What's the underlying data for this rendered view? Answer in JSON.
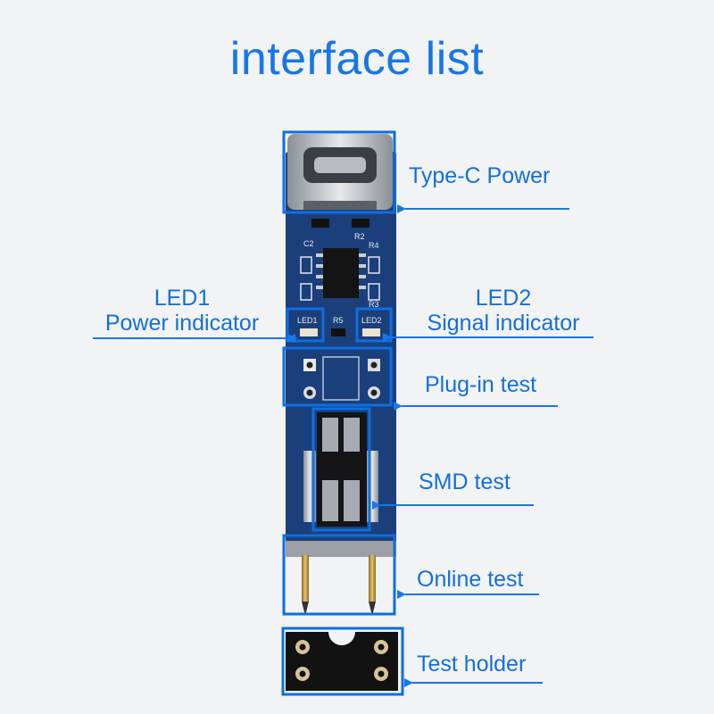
{
  "title": "interface list",
  "labels": {
    "type_c": "Type-C Power",
    "led1_name": "LED1",
    "led1_desc": "Power indicator",
    "led2_name": "LED2",
    "led2_desc": "Signal indicator",
    "plugin": "Plug-in test",
    "smd": "SMD test",
    "online": "Online test",
    "holder": "Test holder"
  },
  "silkscreen": {
    "c2": "C2",
    "r2": "R2",
    "r4": "R4",
    "r3": "R3",
    "led1": "LED1",
    "r5": "R5",
    "led2": "LED2"
  },
  "colors": {
    "accent": "#1877e6",
    "pcb": "#1b3f7a",
    "box": "#0d6fe0"
  }
}
